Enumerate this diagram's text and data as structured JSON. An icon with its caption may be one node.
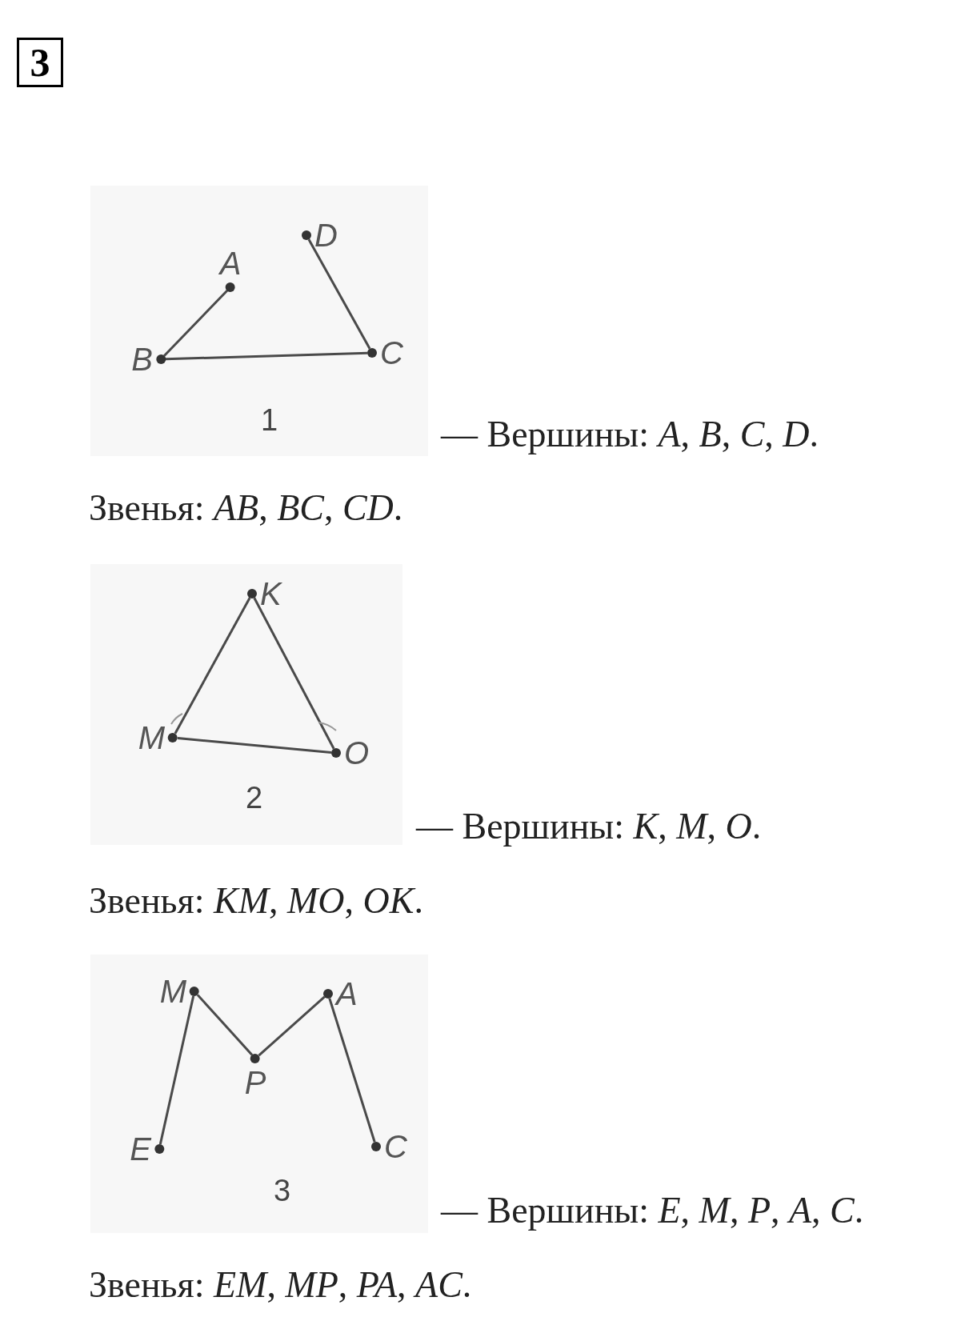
{
  "diagram": {
    "nodes": [
      {
        "text": [
          "A"
        ]
      },
      {
        "text": [
          "B"
        ]
      },
      {
        "text": [
          "C"
        ]
      },
      {
        "text": [
          "D"
        ]
      },
      {
        "text": [
          "K"
        ]
      },
      {
        "text": [
          "M"
        ]
      },
      {
        "text": [
          "O"
        ]
      },
      {
        "text": [
          "M"
        ]
      },
      {
        "text": [
          "A"
        ]
      },
      {
        "text": [
          "P"
        ]
      },
      {
        "text": [
          "E"
        ]
      },
      {
        "text": [
          "C"
        ]
      }
    ],
    "edges": [
      {
        "from": 0,
        "to": 1,
        "arrow": "none"
      },
      {
        "from": 1,
        "to": 2,
        "arrow": "none"
      },
      {
        "from": 2,
        "to": 3,
        "arrow": "none"
      },
      {
        "from": 4,
        "to": 5,
        "arrow": "none"
      },
      {
        "from": 5,
        "to": 6,
        "arrow": "none"
      },
      {
        "from": 6,
        "to": 4,
        "arrow": "none"
      },
      {
        "from": 10,
        "to": 7,
        "arrow": "none"
      },
      {
        "from": 7,
        "to": 9,
        "arrow": "none"
      },
      {
        "from": 9,
        "to": 8,
        "arrow": "none"
      },
      {
        "from": 8,
        "to": 11,
        "arrow": "none"
      }
    ],
    "labels": [
      "3",
      "1",
      "— Вершины: *A*, *B*, *C*, *D*.",
      "Звенья: *AB*, *BC*, *CD*.",
      "2",
      "— Вершины: *K*, *M*, *O*.",
      "Звенья: *KM*, *MO*, *OK*.",
      "3",
      "— Вершины: *E*, *M*, *P*, *A*, *C*.",
      "Звенья: *EM*, *MP*, *PA*, *AC*."
    ]
  }
}
